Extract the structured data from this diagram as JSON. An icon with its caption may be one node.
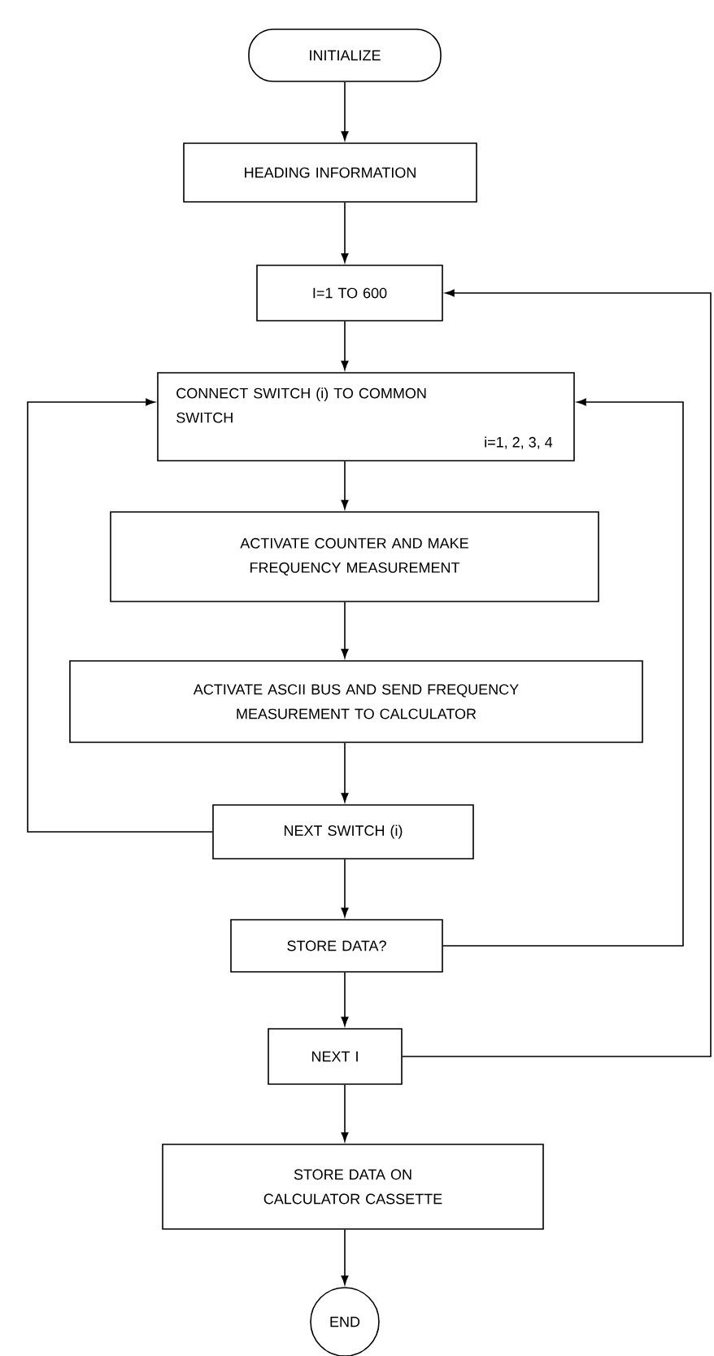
{
  "diagram": {
    "nodes": [
      {
        "text": [
          "INITIALIZE"
        ]
      },
      {
        "text": [
          "HEADING INFORMATION"
        ]
      },
      {
        "text": [
          "I=1 TO 600"
        ]
      },
      {
        "text": [
          "CONNECT SWITCH (i) TO COMMON SWITCH",
          "i=1, 2, 3, 4"
        ]
      },
      {
        "text": [
          "ACTIVATE COUNTER AND MAKE FREQUENCY MEASUREMENT"
        ]
      },
      {
        "text": [
          "ACTIVATE ASCII BUS AND SEND FREQUENCY MEASUREMENT TO CALCULATOR"
        ]
      },
      {
        "text": [
          "NEXT SWITCH (i)"
        ]
      },
      {
        "text": [
          "STORE DATA?"
        ]
      },
      {
        "text": [
          "NEXT I"
        ]
      },
      {
        "text": [
          "STORE DATA ON CALCULATOR CASSETTE"
        ]
      },
      {
        "text": [
          "END"
        ]
      }
    ],
    "edges": [
      {
        "from": 0,
        "to": 1,
        "arrow": "to"
      },
      {
        "from": 1,
        "to": 2,
        "arrow": "to"
      },
      {
        "from": 2,
        "to": 3,
        "arrow": "to"
      },
      {
        "from": 3,
        "to": 4,
        "arrow": "to"
      },
      {
        "from": 4,
        "to": 5,
        "arrow": "to"
      },
      {
        "from": 5,
        "to": 6,
        "arrow": "to"
      },
      {
        "from": 6,
        "to": 7,
        "arrow": "to"
      },
      {
        "from": 7,
        "to": 8,
        "arrow": "to"
      },
      {
        "from": 8,
        "to": 9,
        "arrow": "to"
      },
      {
        "from": 9,
        "to": 10,
        "arrow": "to"
      },
      {
        "from": 6,
        "to": 3,
        "arrow": "to"
      },
      {
        "from": 7,
        "to": 3,
        "arrow": "to"
      },
      {
        "from": 8,
        "to": 2,
        "arrow": "to"
      }
    ]
  }
}
